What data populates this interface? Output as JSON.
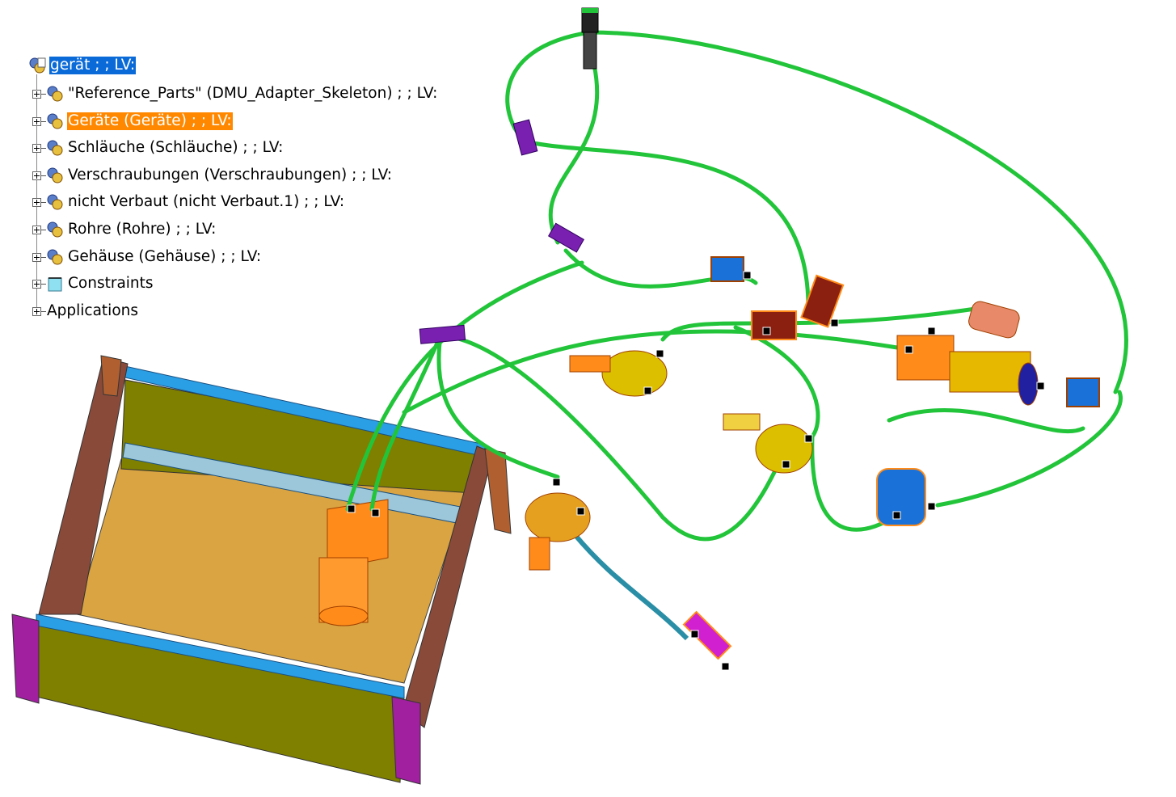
{
  "tree": {
    "root": {
      "label": "gerät ;  ; LV:"
    },
    "items": [
      {
        "label": "\"Reference_Parts\" (DMU_Adapter_Skeleton) ;  ; LV:",
        "icon": "product-icon"
      },
      {
        "label": "Geräte (Geräte) ;  ; LV:",
        "icon": "product-icon"
      },
      {
        "label": "Schläuche (Schläuche) ;  ; LV:",
        "icon": "product-icon"
      },
      {
        "label": "Verschraubungen (Verschraubungen) ;  ; LV:",
        "icon": "product-icon"
      },
      {
        "label": "nicht Verbaut (nicht Verbaut.1) ;  ; LV:",
        "icon": "product-icon"
      },
      {
        "label": "Rohre (Rohre) ;  ; LV:",
        "icon": "product-icon"
      },
      {
        "label": "Gehäuse (Gehäuse) ;  ; LV:",
        "icon": "product-icon"
      },
      {
        "label": "Constraints",
        "icon": "constraints-icon"
      },
      {
        "label": "Applications",
        "icon": ""
      }
    ]
  },
  "colors": {
    "selection": "#0a6ad8",
    "highlight": "#ff8800",
    "hose": "#22c53a",
    "rail": "#2a9fe6",
    "housing_side": "#8a4a3a",
    "housing_face": "#7f8000",
    "mount_ear": "#a020a0",
    "fitting": "#7a20b0",
    "device": "#ff8c1a",
    "valve_blue": "#1a72d8"
  }
}
